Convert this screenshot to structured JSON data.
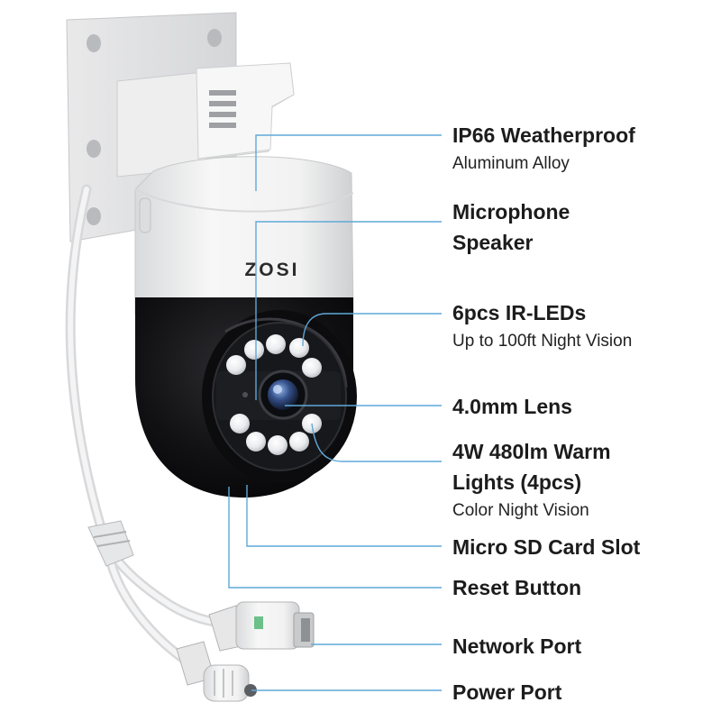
{
  "brand": "ZOSI",
  "colors": {
    "leader": "#5fa9d9",
    "text": "#1c1c1c"
  },
  "features": [
    {
      "title": "IP66 Weatherproof",
      "subtitle": "Aluminum Alloy"
    },
    {
      "title": "Microphone",
      "title2": "Speaker"
    },
    {
      "title": "6pcs IR-LEDs",
      "subtitle": "Up to 100ft Night Vision"
    },
    {
      "title": "4.0mm Lens"
    },
    {
      "title": "4W 480lm Warm",
      "title2": "Lights (4pcs)",
      "subtitle": "Color Night Vision"
    },
    {
      "title": "Micro SD Card Slot"
    },
    {
      "title": "Reset Button"
    },
    {
      "title": "Network Port"
    },
    {
      "title": "Power Port"
    }
  ]
}
